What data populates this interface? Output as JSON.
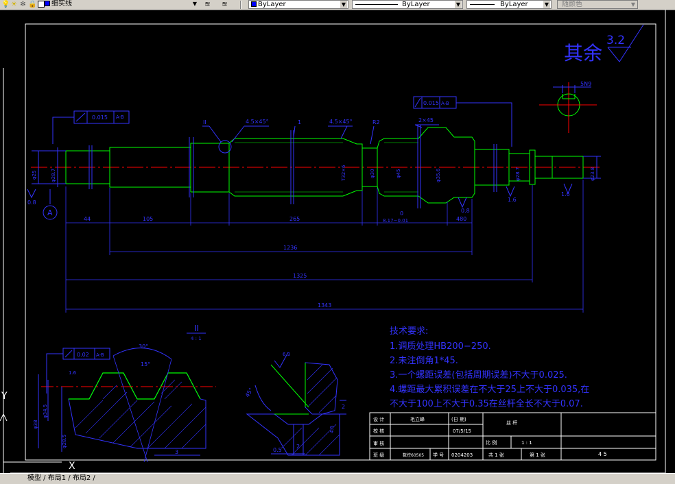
{
  "toolbar": {
    "linetype_current": "细实线",
    "color_combo": "ByLayer",
    "linetype_combo": "ByLayer",
    "lineweight_combo": "ByLayer",
    "plotstyle_combo": "随颜色"
  },
  "drawing": {
    "roughness_label": "其余",
    "roughness_value": "3.2",
    "keyway_label": "5N9",
    "tol1_value": "0.015",
    "tol1_ref": "A-B",
    "tol2_value": "0.015",
    "tol2_ref": "A-B",
    "tol3_value": "0.02",
    "tol3_ref": "A-B",
    "datum_letter": "A",
    "label_II": "II",
    "label_1": "1",
    "chamfer1": "4.5×45°",
    "chamfer2": "4.5×45°",
    "chamfer3": "2×45",
    "label_R2": "R2",
    "rough_left": "0.8",
    "rough_mid": "0.8",
    "rough_r1": "1.6",
    "rough_r2": "1.6",
    "dia_left1": "φ25",
    "dia_left2": "φ28.7",
    "dia_mid1": "T32×6",
    "dia_mid2": "φ30",
    "dia_mid3": "φ45",
    "dia_mid4": "φ35.6",
    "dia_right1": "φ28.7",
    "dia_right2": "φ23.8",
    "dim_44": "44",
    "dim_105": "105",
    "dim_265": "265",
    "dim_0": "0",
    "dim_817": "8.17−0.01",
    "dim_480": "480",
    "dim_1236": "1236",
    "dim_1325": "1325",
    "dim_1343": "1343",
    "detail_title": "II",
    "detail_scale": "4 : 1",
    "detail_angle30": "30°",
    "detail_angle15": "15°",
    "detail_d38": "φ38",
    "detail_d345": "φ34.5",
    "detail_d285": "φ28.5",
    "detail_3": "3",
    "detail_rough": "1.6",
    "sec_rough": "6.3",
    "sec_angle": "45°",
    "sec_2": "2",
    "sec_05": "0.5",
    "sec_45": "4.5",
    "sec_2b": "2",
    "notes_title": "技术要求:",
    "note1": "1.调质处理HB200−250.",
    "note2": "2.未注倒角1*45.",
    "note3": "3.一个螺距误差(包括周期误差)不大于0.025.",
    "note4a": "4.螺距最大累积误差在不大于25上不大于0.035,在",
    "note4b": "不大于100上不大于0.35在丝杆全长不大于0.07."
  },
  "titleblock": {
    "r1c1": "设 计",
    "r1c2": "毛立峰",
    "r1c3": "(日 期)",
    "r1c4": "丝   杆",
    "r2c1": "校 核",
    "r2c3": "07/5/15",
    "r2c4": "比 例",
    "r2c5": "1 : 1",
    "r3c1": "审 核",
    "r4c1": "班 级",
    "r4c2": "数控60505",
    "r4c3": "学 号",
    "r4c4": "0204203",
    "r4c5": "共 1 张",
    "r4c6": "第 1 张",
    "r4c7": "4 5"
  },
  "ucs": {
    "x": "X",
    "y": "Y"
  },
  "status": {
    "text": "模型 / 布局1 / 布局2 /"
  },
  "colors": {
    "outline": "#ffffff",
    "dim": "#0000ff",
    "part": "#00ff00",
    "center": "#ff0000",
    "text_blue": "#3333ff"
  }
}
